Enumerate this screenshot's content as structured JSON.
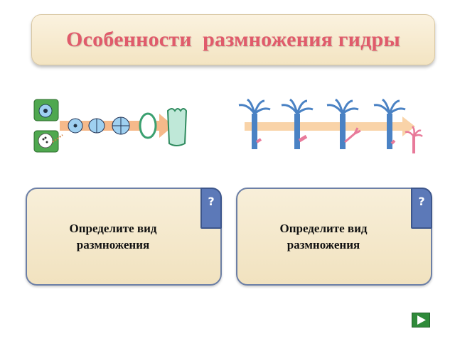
{
  "slide": {
    "title": "Особенности  размножения гидры"
  },
  "cards": [
    {
      "label": "Определите вид размножения",
      "hint_icon": "question-icon"
    },
    {
      "label": "Определите вид размножения",
      "hint_icon": "question-icon"
    }
  ],
  "navigation": {
    "next_icon": "play-arrow-icon"
  },
  "colors": {
    "title_text": "#e05b6b",
    "panel_bg": "#f3e4c2",
    "card_border": "#6c7fa6",
    "hint_tab": "#5c79b8",
    "hydra_body": "#7fb2e0",
    "arrow": "#f6c79a",
    "cell_green": "#4fa84f",
    "next_button": "#2f8a3a"
  }
}
